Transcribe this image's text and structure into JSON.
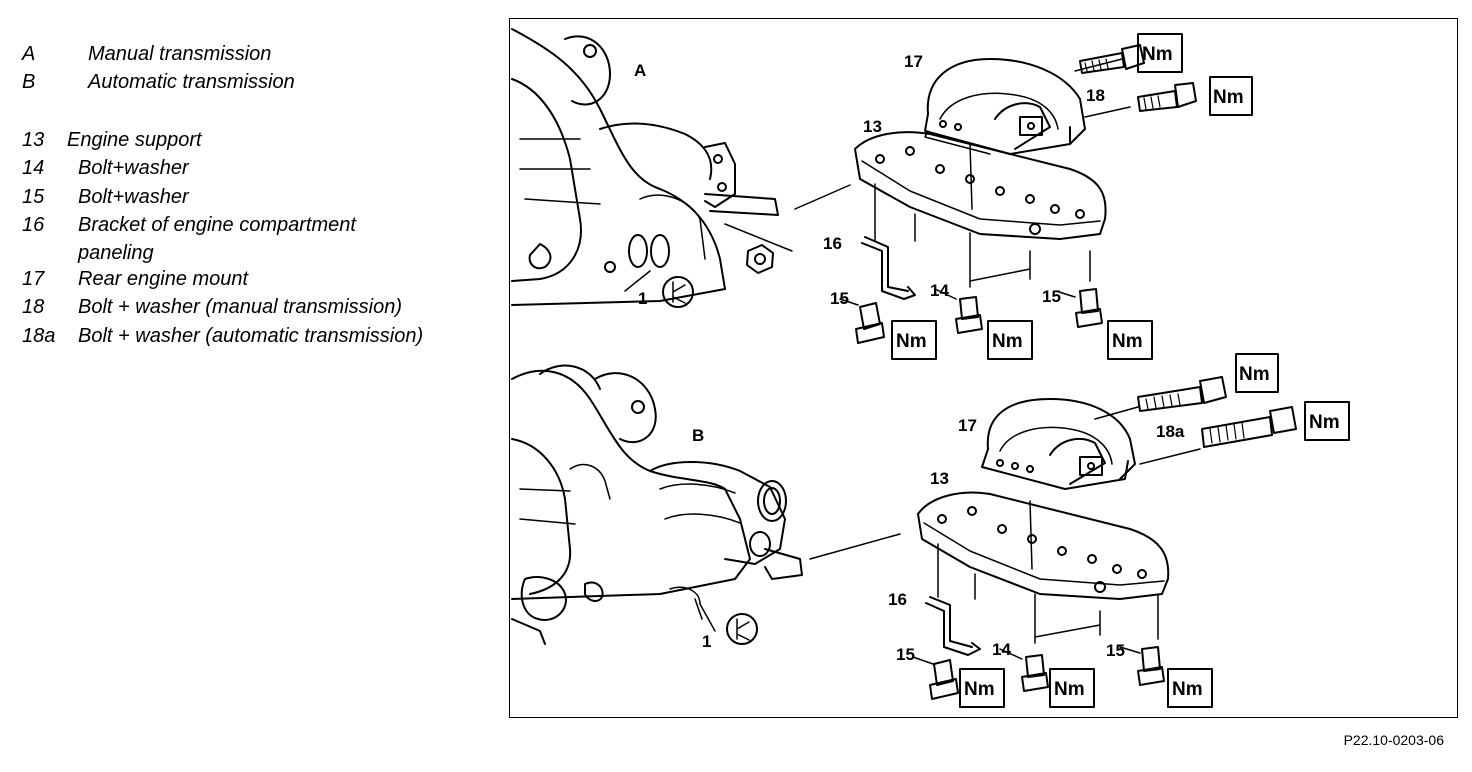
{
  "legend": [
    {
      "key": "A",
      "text": "Manual transmission"
    },
    {
      "key": "B",
      "text": "Automatic transmission"
    },
    {
      "key": "13",
      "text": "Engine support"
    },
    {
      "key": "14",
      "text": "Bolt+washer"
    },
    {
      "key": "15",
      "text": "Bolt+washer"
    },
    {
      "key": "16",
      "text": "Bracket of engine compartment"
    },
    {
      "key": "",
      "text": "paneling"
    },
    {
      "key": "17",
      "text": "Rear engine mount"
    },
    {
      "key": "18",
      "text": "Bolt + washer (manual transmission)"
    },
    {
      "key": "18a",
      "text": "Bolt + washer (automatic transmission)"
    }
  ],
  "figure_ref": "P22.10-0203-06",
  "diagram": {
    "section_a": "A",
    "section_b": "B",
    "callouts": {
      "c1": "1",
      "c13": "13",
      "c14": "14",
      "c15": "15",
      "c16": "16",
      "c17": "17",
      "c18": "18",
      "c18a": "18a"
    },
    "torque_label": "Nm"
  }
}
